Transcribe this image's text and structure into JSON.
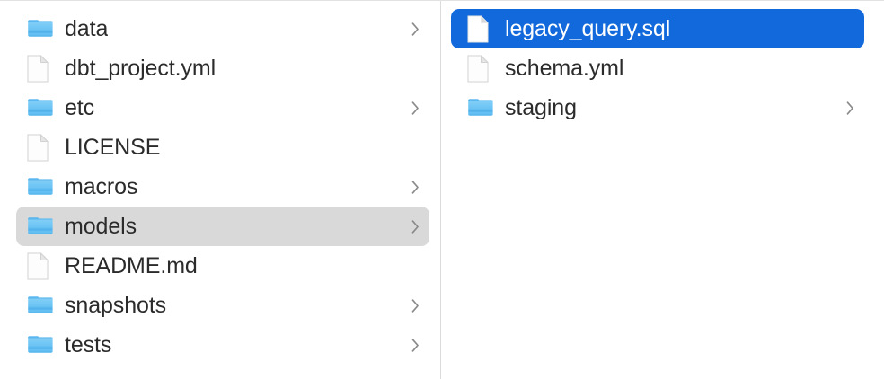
{
  "window": {
    "view_mode": "column",
    "background_color": "#ffffff",
    "divider_color": "#dcdcdc"
  },
  "colors": {
    "selection_active": "#1269db",
    "selection_inactive": "#d9d9d9",
    "folder_icon": "#62bdf4",
    "file_icon": "#fbfbfb",
    "text": "#2b2b2b",
    "text_selected": "#ffffff",
    "chevron": "#8a8a8a"
  },
  "columns": [
    {
      "name": "project-root-column",
      "items": [
        {
          "label": "data",
          "kind": "folder",
          "has_chevron": true,
          "selected": "none"
        },
        {
          "label": "dbt_project.yml",
          "kind": "file",
          "has_chevron": false,
          "selected": "none"
        },
        {
          "label": "etc",
          "kind": "folder",
          "has_chevron": true,
          "selected": "none"
        },
        {
          "label": "LICENSE",
          "kind": "file",
          "has_chevron": false,
          "selected": "none"
        },
        {
          "label": "macros",
          "kind": "folder",
          "has_chevron": true,
          "selected": "none"
        },
        {
          "label": "models",
          "kind": "folder",
          "has_chevron": true,
          "selected": "inactive"
        },
        {
          "label": "README.md",
          "kind": "file",
          "has_chevron": false,
          "selected": "none"
        },
        {
          "label": "snapshots",
          "kind": "folder",
          "has_chevron": true,
          "selected": "none"
        },
        {
          "label": "tests",
          "kind": "folder",
          "has_chevron": true,
          "selected": "none"
        }
      ]
    },
    {
      "name": "models-folder-column",
      "items": [
        {
          "label": "legacy_query.sql",
          "kind": "file",
          "has_chevron": false,
          "selected": "active"
        },
        {
          "label": "schema.yml",
          "kind": "file",
          "has_chevron": false,
          "selected": "none"
        },
        {
          "label": "staging",
          "kind": "folder",
          "has_chevron": true,
          "selected": "none"
        }
      ]
    }
  ]
}
